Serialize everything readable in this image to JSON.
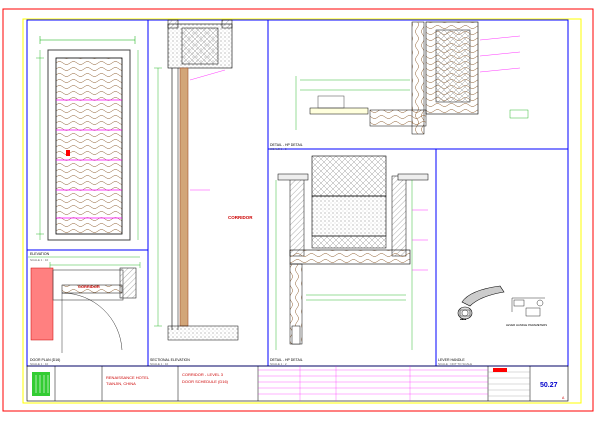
{
  "labels": {
    "corridor_section": "CORRIDOR",
    "corridor_plan": "CORRIDOR"
  },
  "panels": {
    "elevation": {
      "title": "ELEVATION",
      "scale": "SCALE 1 : 10"
    },
    "section": {
      "title": "SECTIONAL ELEVATION",
      "scale": "SCALE 1 : 10"
    },
    "detail_top": {
      "title": "DETAIL - HP DETAIL",
      "scale": "SCALE 1 : 2"
    },
    "detail_mid": {
      "title": "DETAIL - HP DETAIL",
      "scale": "SCALE 1 : 2"
    },
    "plan": {
      "title": "DOOR PLAN (D16)",
      "scale": "SCALE 1 : 10"
    },
    "handle": {
      "title": "LEVER HANDLE",
      "scale": "SCALE : NOT TO SCALE",
      "caption": "LEVER HANDLE PARAMETERS"
    }
  },
  "title_block": {
    "project_line1": "RENAISSANCE HOTEL",
    "project_line2": "TIANJIN, CHINA",
    "drawing_line1": "CORRIDOR - LEVEL 3",
    "drawing_line2": "DOOR SCHEDULE (D16)",
    "sheet_number": "50.27",
    "revision_mark": "A"
  },
  "colors": {
    "border": "#ff0000",
    "frame": "#0000ff",
    "outer": "#ffff00",
    "wood": "#a0522d",
    "accent": "#ff00ff",
    "logo": "#33cc33"
  }
}
